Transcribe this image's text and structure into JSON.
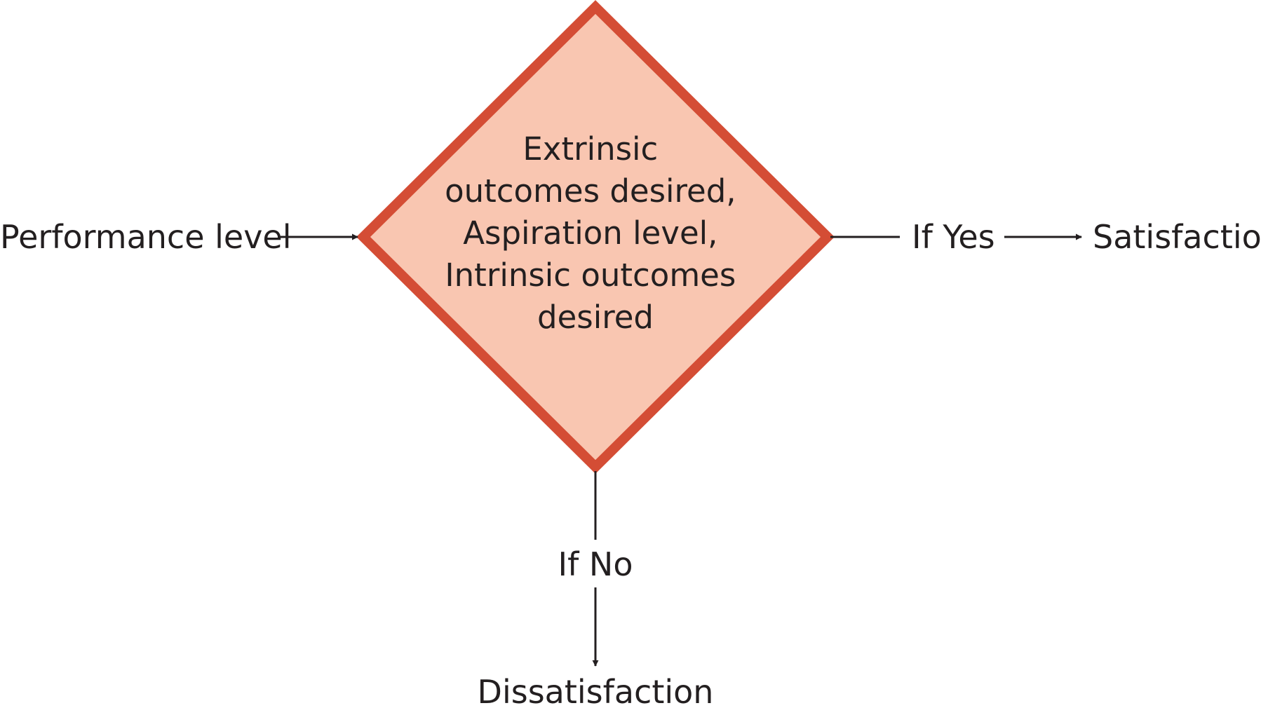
{
  "diagram": {
    "input_label": "Performance level",
    "decision_lines": [
      "Extrinsic",
      "outcomes desired,",
      "Aspiration level,",
      "Intrinsic outcomes",
      "desired"
    ],
    "yes_label": "If Yes",
    "no_label": "If No",
    "yes_outcome": "Satisfaction",
    "no_outcome": "Dissatisfaction"
  },
  "colors": {
    "diamond_fill": "#f9c6b1",
    "diamond_stroke": "#d44d35",
    "text": "#231f20",
    "connector": "#231f20"
  }
}
